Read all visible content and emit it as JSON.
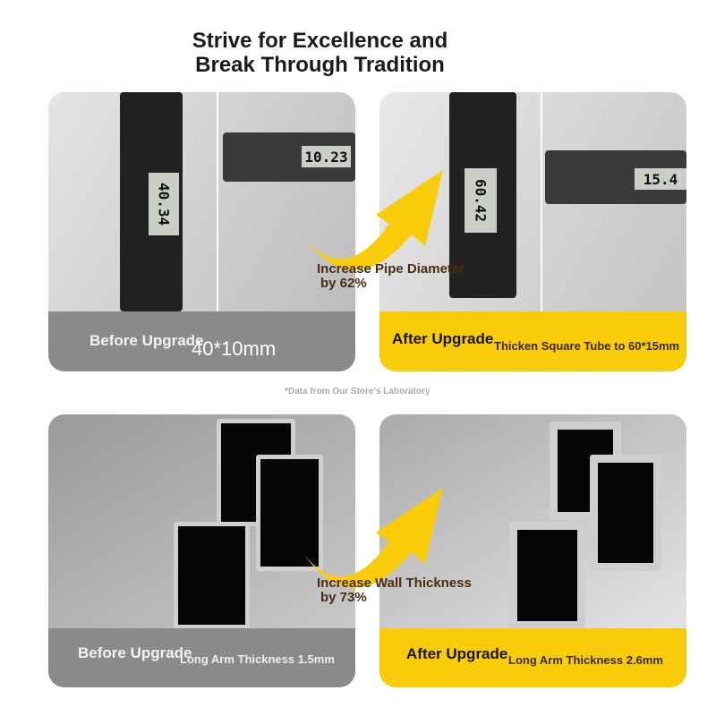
{
  "header": {
    "line1": "Strive for Excellence and",
    "line2": "Break Through Tradition"
  },
  "top": {
    "before": {
      "label": "Before Upgrade",
      "spec": "40*10mm",
      "readouts": [
        "40.34",
        "10.23"
      ]
    },
    "after": {
      "label": "After Upgrade",
      "spec": "Thicken Square Tube to 60*15mm",
      "readouts": [
        "60.42",
        "15.4"
      ]
    },
    "callout": {
      "line1": "Increase Pipe Diameter",
      "line2": "by 62%"
    }
  },
  "note": "*Data from Our Store's Laboratory",
  "bottom": {
    "before": {
      "label": "Before Upgrade",
      "spec": "Long Arm Thickness 1.5mm"
    },
    "after": {
      "label": "After Upgrade",
      "spec": "Long Arm Thickness 2.6mm"
    },
    "callout": {
      "line1": "Increase Wall Thickness",
      "line2": "by 73%"
    }
  },
  "colors": {
    "accent": "#f9cc0a",
    "before_band": "#8a8a8a",
    "callout_text": "#4a2e12"
  }
}
